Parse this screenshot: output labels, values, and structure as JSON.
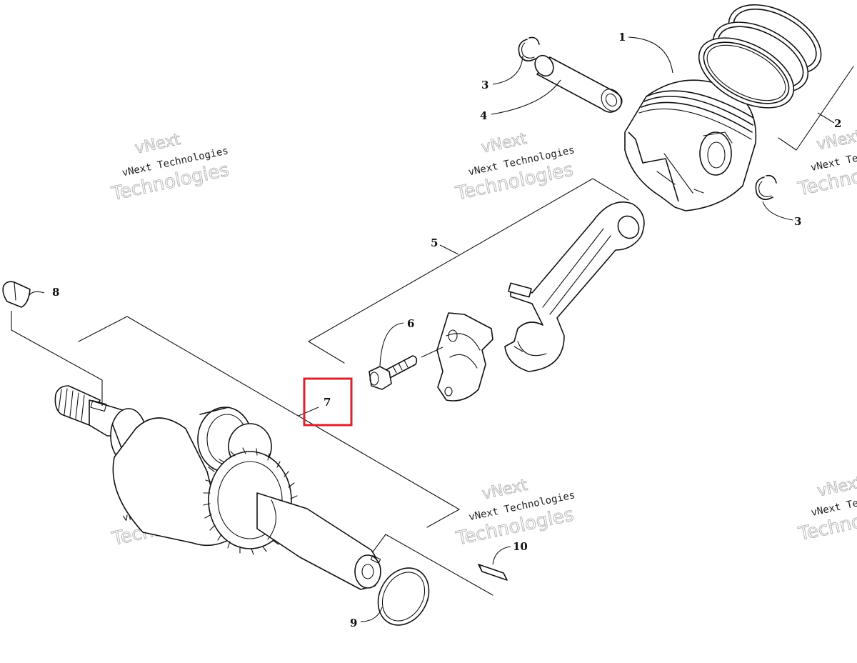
{
  "watermark": {
    "line1": "vNext",
    "line2": "vNext Technologies",
    "line3": "Technologies"
  },
  "callouts": [
    "1",
    "2",
    "3",
    "4",
    "3",
    "5",
    "6",
    "7",
    "8",
    "9",
    "10"
  ],
  "highlight": {
    "label": "7",
    "color": "#d9232d"
  }
}
